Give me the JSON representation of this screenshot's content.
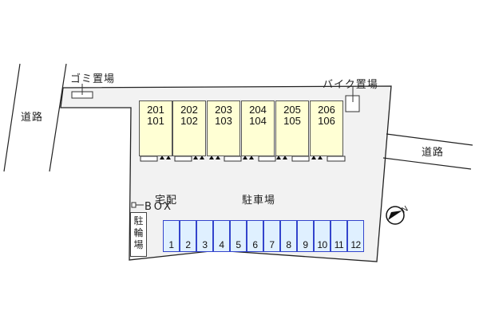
{
  "labels": {
    "road_left": "道路",
    "road_right": "道路",
    "garbage": "ゴミ置場",
    "bike_storage": "バイク置場",
    "parking": "駐車場",
    "delivery_box_line1": "宅配",
    "delivery_box_line2": "BOX",
    "bicycle_parking": [
      "駐",
      "輪",
      "場"
    ]
  },
  "units": [
    {
      "upper": "201",
      "lower": "101"
    },
    {
      "upper": "202",
      "lower": "102"
    },
    {
      "upper": "203",
      "lower": "103"
    },
    {
      "upper": "204",
      "lower": "104"
    },
    {
      "upper": "205",
      "lower": "105"
    },
    {
      "upper": "206",
      "lower": "106"
    }
  ],
  "parking_spaces": [
    "1",
    "2",
    "3",
    "4",
    "5",
    "6",
    "7",
    "8",
    "9",
    "10",
    "11",
    "12"
  ],
  "compass": {
    "label": "N"
  },
  "colors": {
    "lot_fill": "#f2f2f2",
    "unit_fill": "#ffffd4",
    "space_fill": "#dff0ff",
    "space_border": "#3344cc"
  }
}
